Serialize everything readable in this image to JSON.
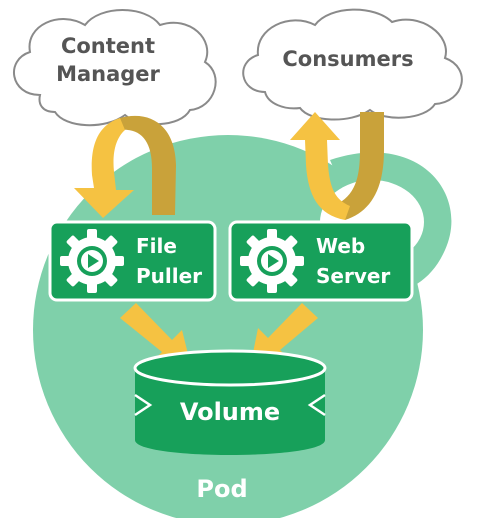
{
  "clouds": {
    "content_manager": {
      "line1": "Content",
      "line2": "Manager"
    },
    "consumers": {
      "label": "Consumers"
    }
  },
  "containers": {
    "file_puller": {
      "line1": "File",
      "line2": "Puller",
      "icon": "gear-play-icon"
    },
    "web_server": {
      "line1": "Web",
      "line2": "Server",
      "icon": "gear-play-icon"
    }
  },
  "volume": {
    "label": "Volume"
  },
  "pod": {
    "label": "Pod"
  },
  "colors": {
    "pod_fill": "#7fd0aa",
    "container_fill": "#17a05a",
    "container_border": "#ffffff",
    "arrow_light": "#f5c242",
    "arrow_dark": "#c9a23a",
    "cloud_fill": "#ffffff",
    "cloud_stroke": "#8a8a8a",
    "cloud_text": "#555555",
    "white_text": "#ffffff"
  }
}
